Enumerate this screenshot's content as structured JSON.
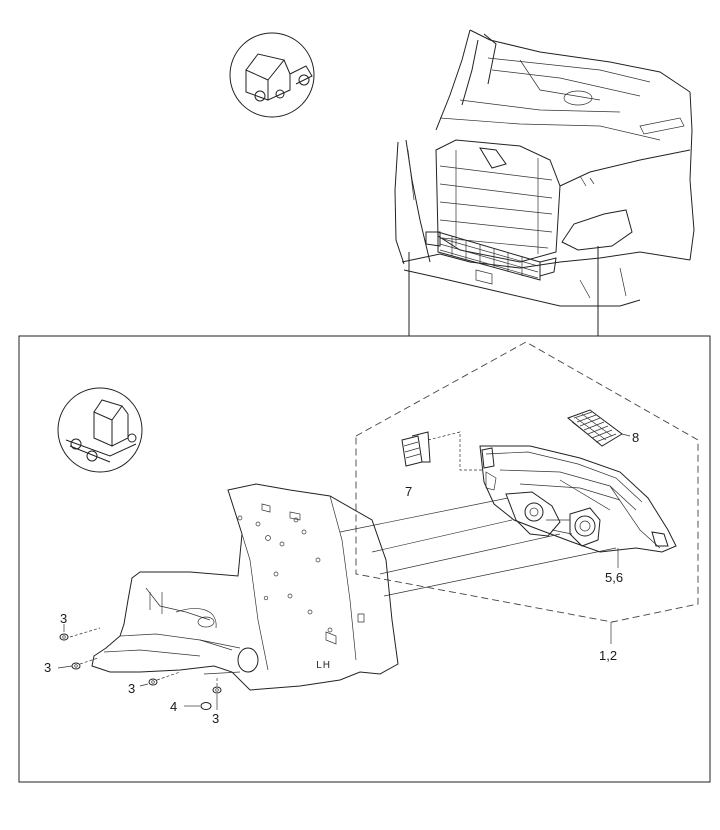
{
  "diagram": {
    "callouts": {
      "c_1_2": "1,2",
      "c_5_6": "5,6",
      "c_7": "7",
      "c_8": "8",
      "c_3a": "3",
      "c_3b": "3",
      "c_3c": "3",
      "c_3d": "3",
      "c_4": "4"
    },
    "fender_label": "LH"
  },
  "icons": {
    "top_icon": "truck-view-icon",
    "inset_icon": "tractor-chassis-icon"
  }
}
